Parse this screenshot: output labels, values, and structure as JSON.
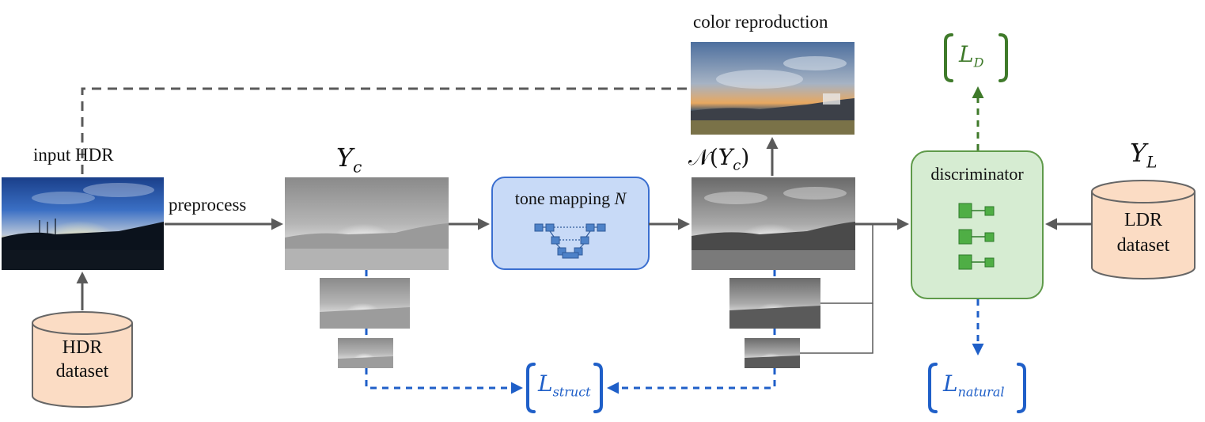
{
  "labels": {
    "input_hdr": "input HDR",
    "preprocess": "preprocess",
    "color_reproduction": "color reproduction",
    "hdr_dataset_line1": "HDR",
    "hdr_dataset_line2": "dataset",
    "ldr_dataset_line1": "LDR",
    "ldr_dataset_line2": "dataset",
    "tone_mapping": "tone mapping",
    "tone_mapping_symbol": "N",
    "discriminator": "discriminator"
  },
  "math": {
    "yc_main": "Y",
    "yc_sub": "c",
    "nyc_prefix": "𝒩(",
    "nyc_var": "Y",
    "nyc_sub": "c",
    "nyc_suffix": ")",
    "yl_main": "Y",
    "yl_sub": "L",
    "ld_main": "L",
    "ld_sub": "D",
    "lstruct_main": "L",
    "lstruct_sub": "struct",
    "lnatural_main": "L",
    "lnatural_sub": "natural"
  },
  "colors": {
    "arrow_gray": "#5a5a5a",
    "loss_blue": "#1f5fc8",
    "loss_green": "#3f7a2a",
    "tone_fill": "#c8daf7",
    "tone_stroke": "#3b6fd0",
    "disc_fill": "#d6ecd2",
    "disc_stroke": "#5f9a4a",
    "db_fill": "#fbdcc4",
    "db_stroke": "#666666"
  }
}
